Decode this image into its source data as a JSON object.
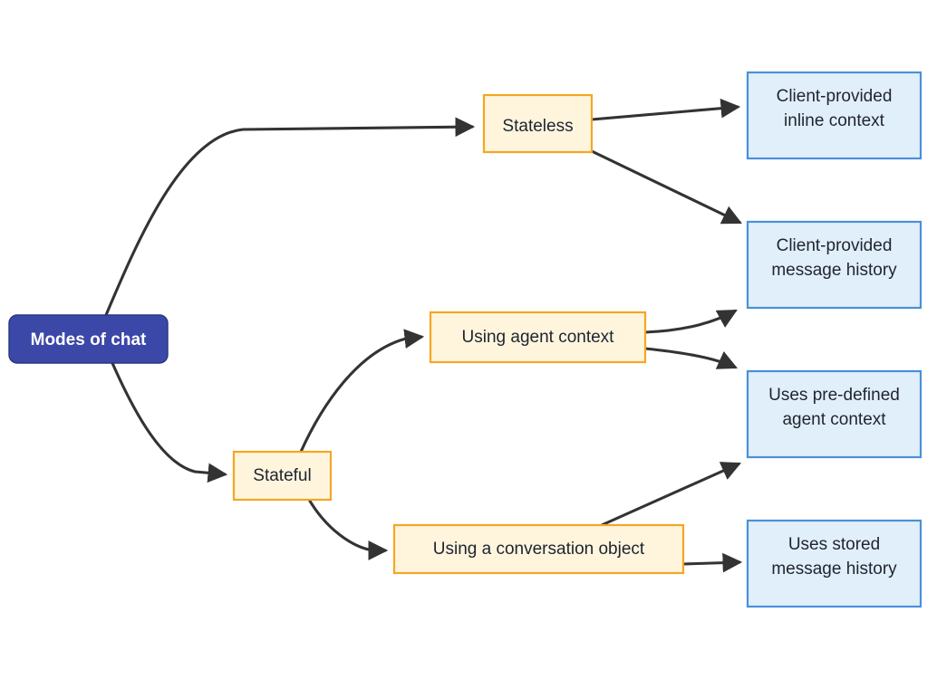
{
  "diagram": {
    "title": "Modes of chat flowchart",
    "type": "flowchart",
    "direction": "left-to-right",
    "background_color": "#ffffff",
    "palette": {
      "root_fill": "#3b48a8",
      "root_stroke": "#2a3580",
      "root_text": "#ffffff",
      "branch_fill": "#fff5dd",
      "branch_stroke": "#f5a623",
      "leaf_fill": "#e1effa",
      "leaf_stroke": "#4a90d9",
      "edge_stroke": "#333333",
      "text": "#1f2430"
    },
    "nodes": {
      "root": {
        "label": "Modes of chat"
      },
      "stateless": {
        "label": "Stateless"
      },
      "stateful": {
        "label": "Stateful"
      },
      "agent_context": {
        "label": "Using agent context"
      },
      "conversation_object": {
        "label": "Using a conversation object"
      },
      "inline_context": {
        "line1": "Client-provided",
        "line2": "inline context"
      },
      "message_history": {
        "line1": "Client-provided",
        "line2": "message history"
      },
      "predefined_agent_context": {
        "line1": "Uses pre-defined",
        "line2": "agent context"
      },
      "stored_message_history": {
        "line1": "Uses stored",
        "line2": "message history"
      }
    },
    "edges": [
      {
        "from": "Modes of chat",
        "to": "Stateless"
      },
      {
        "from": "Modes of chat",
        "to": "Stateful"
      },
      {
        "from": "Stateless",
        "to": "Client-provided inline context"
      },
      {
        "from": "Stateless",
        "to": "Client-provided message history"
      },
      {
        "from": "Stateful",
        "to": "Using agent context"
      },
      {
        "from": "Stateful",
        "to": "Using a conversation object"
      },
      {
        "from": "Using agent context",
        "to": "Client-provided message history"
      },
      {
        "from": "Using agent context",
        "to": "Uses pre-defined agent context"
      },
      {
        "from": "Using a conversation object",
        "to": "Uses pre-defined agent context"
      },
      {
        "from": "Using a conversation object",
        "to": "Uses stored message history"
      }
    ]
  }
}
